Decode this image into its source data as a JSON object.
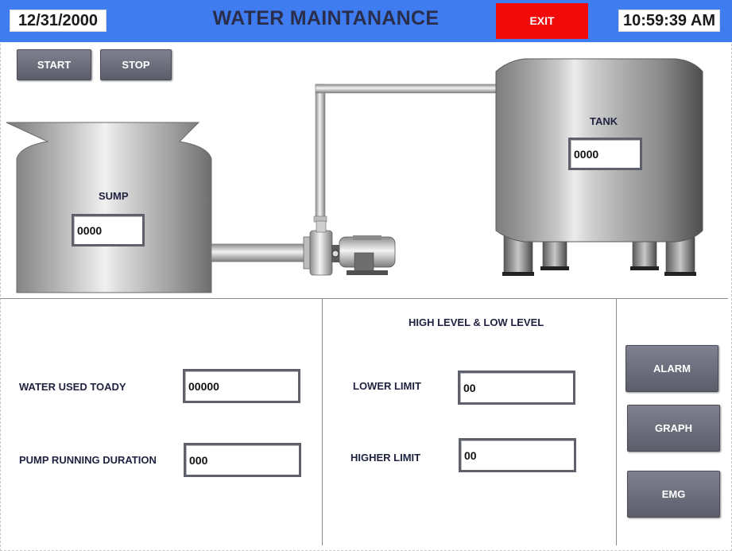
{
  "header": {
    "date": "12/31/2000",
    "title": "WATER MAINTANANCE",
    "exit_label": "EXIT",
    "time": "10:59:39 AM"
  },
  "controls": {
    "start_label": "START",
    "stop_label": "STOP"
  },
  "sump": {
    "label": "SUMP",
    "value": "0000"
  },
  "tank": {
    "label": "TANK",
    "value": "0000"
  },
  "usage": {
    "water_used_label": "WATER USED TOADY",
    "water_used_value": "00000",
    "pump_duration_label": "PUMP RUNNING DURATION",
    "pump_duration_value": "000"
  },
  "levels": {
    "heading": "HIGH LEVEL & LOW LEVEL",
    "lower_label": "LOWER LIMIT",
    "lower_value": "00",
    "higher_label": "HIGHER LIMIT",
    "higher_value": "00"
  },
  "side_buttons": {
    "alarm_label": "ALARM",
    "graph_label": "GRAPH",
    "emg_label": "EMG"
  },
  "colors": {
    "header_bg": "#3f7cf0",
    "exit_bg": "#f20a0a",
    "button_bg": "#6b6d7b"
  }
}
